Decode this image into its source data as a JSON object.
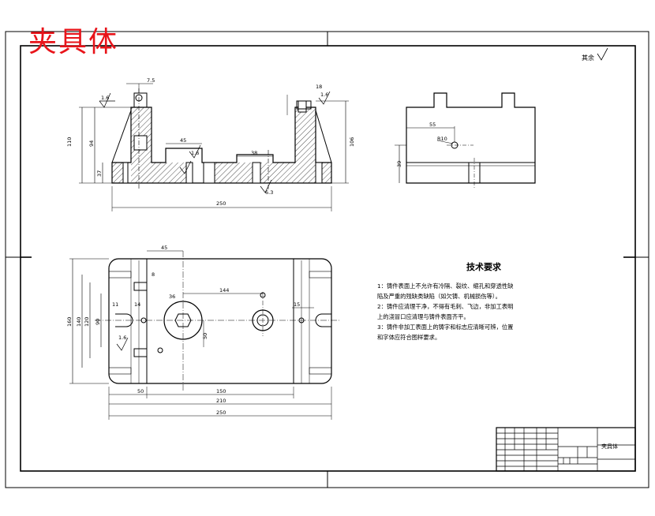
{
  "title_stamp": "夹具体",
  "surface_mark": "其余",
  "tech_notes": {
    "title": "技术要求",
    "lines": [
      "1：铸件表面上不允许有冷隔、裂纹、缩孔和穿透性缺",
      "陷及严重的残缺类缺陷（如欠铸、机械损伤等）。",
      "2：铸件应清理干净，不得有毛刺、飞边，非加工表明",
      "上的浇冒口应清理与铸件表面齐平。",
      "3：铸件非加工表面上的铸字和标志应清晰可辨，位置",
      "和字体应符合图样要求。"
    ]
  },
  "dims": {
    "front_top_small": "7.5",
    "front_rough_left": "1.6",
    "front_rough_mid": "1.6",
    "front_rough_right_top": "1.6",
    "front_small_right": "18",
    "front_height": "110",
    "front_height2": "94",
    "front_base": "37",
    "front_slot": "45",
    "front_center": "38",
    "front_right_height": "106",
    "front_bottom_mark": "6.3",
    "front_total": "250",
    "side_len": "55",
    "side_hole": "R10",
    "side_height": "39",
    "plan_top": "45",
    "plan_small_top": "8",
    "plan_dia": "36",
    "plan_span": "144",
    "plan_hole_offset": "50",
    "plan_right_small": "15",
    "plan_left_a": "11",
    "plan_left_b": "14",
    "plan_rough": "1.6",
    "plan_height_total": "160",
    "plan_h1": "140",
    "plan_h2": "120",
    "plan_h3": "90",
    "plan_left_w": "50",
    "plan_inner": "150",
    "plan_mid": "210",
    "plan_total": "250"
  },
  "title_block": {
    "name": "夹具体"
  }
}
